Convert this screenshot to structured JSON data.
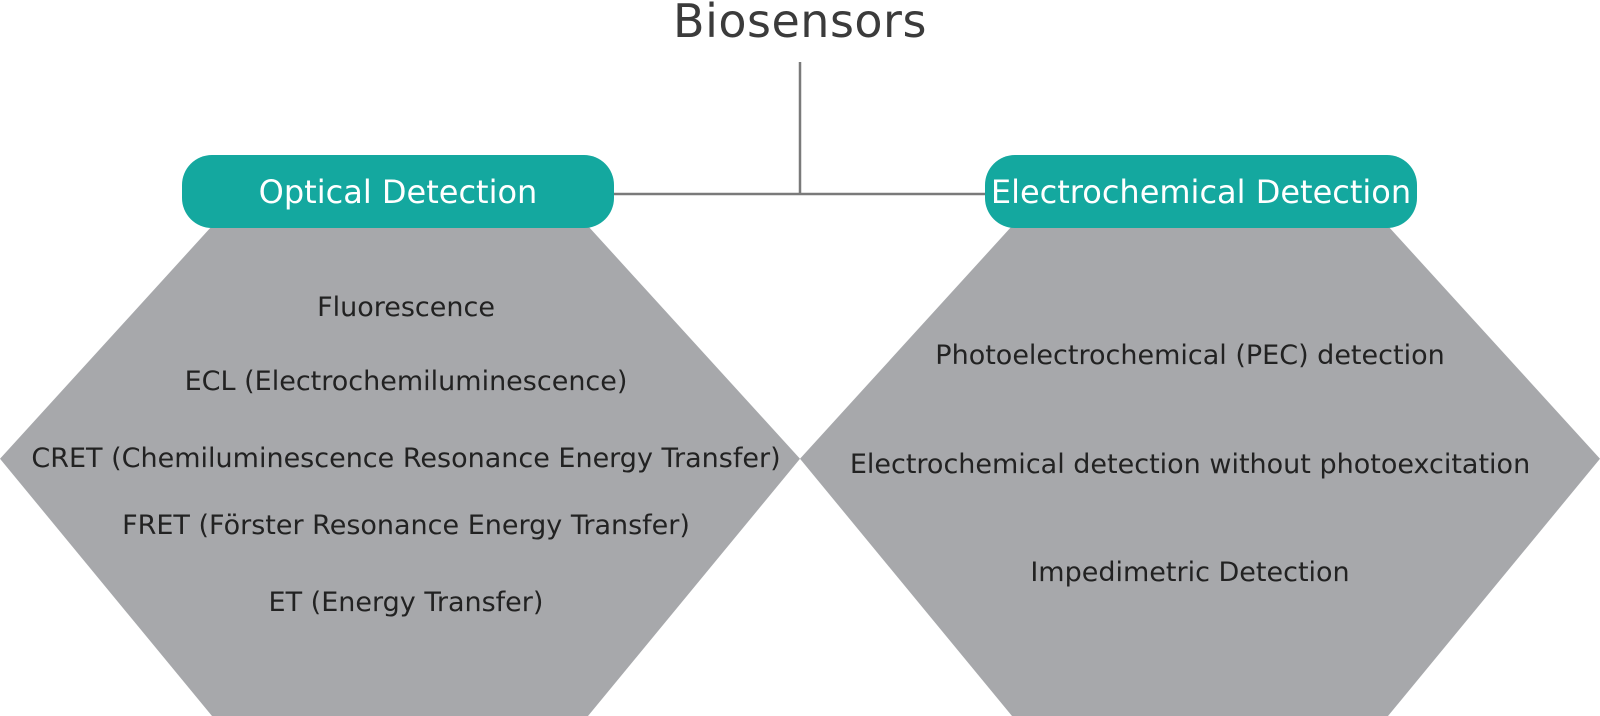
{
  "diagram": {
    "root": {
      "label": "Biosensors"
    },
    "branches": [
      {
        "label": "Optical Detection",
        "items": [
          "Fluorescence",
          "ECL (Electrochemiluminescence)",
          "CRET (Chemiluminescence Resonance Energy Transfer)",
          "FRET (Förster Resonance Energy Transfer)",
          "ET (Energy Transfer)"
        ]
      },
      {
        "label": "Electrochemical Detection",
        "items": [
          "Photoelectrochemical (PEC) detection",
          "Electrochemical detection without photoexcitation",
          "Impedimetric Detection"
        ]
      }
    ]
  },
  "colors": {
    "title_text": "#3b3b3b",
    "connector": "#7a7a7a",
    "pill_fill": "#14a89f",
    "pill_text": "#ffffff",
    "hexagon_fill": "#a7a8ab",
    "item_text": "#222222"
  }
}
